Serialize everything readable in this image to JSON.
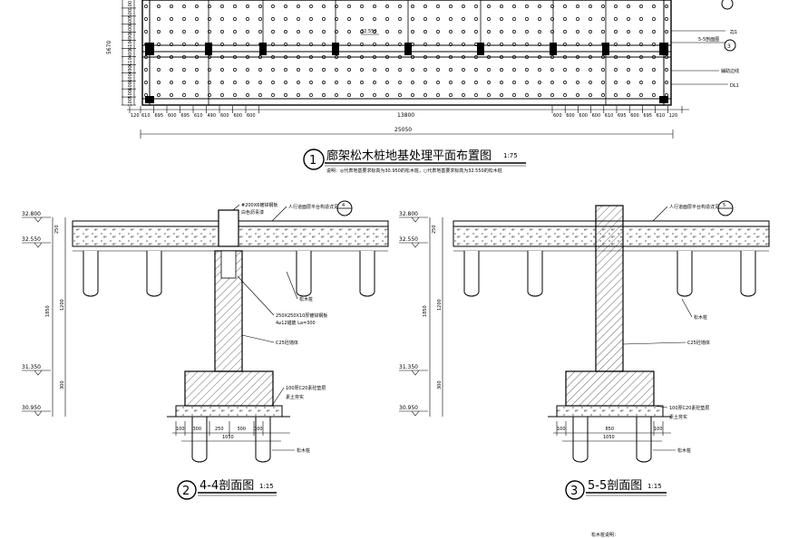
{
  "colors": {
    "line": "#000000",
    "background": "#ffffff"
  },
  "plan": {
    "title": "廊架松木桩地基处理平面布置图",
    "scale": "1:75",
    "number": "1",
    "note": "说明：◎代表地基要求标高为30.950的松木桩，○代表地基要求标高为32.550的松木桩",
    "elevation": "32.550",
    "left_total": "5670",
    "left_dims": [
      "100",
      "500",
      "600",
      "600",
      "490",
      "610",
      "400",
      "610",
      "490",
      "600",
      "600",
      "500",
      "100"
    ],
    "bottom_dims_left": [
      "120",
      "610",
      "695",
      "600",
      "695",
      "610",
      "490",
      "600",
      "600",
      "600"
    ],
    "bottom_mid": "13800",
    "bottom_dims_right": [
      "600",
      "600",
      "600",
      "600",
      "610",
      "695",
      "600",
      "695",
      "610",
      "120"
    ],
    "overall": "25050",
    "right_labels": [
      "ZJ1",
      "5-5剖面图",
      "辅助边线",
      "DL1"
    ],
    "callout": "3"
  },
  "section1": {
    "title": "4-4剖面图",
    "scale": "1:15",
    "number": "2",
    "elev_labels": [
      "32.800",
      "32.550",
      "31.350",
      "30.950"
    ],
    "dims_left": [
      "250",
      "1850",
      "1200",
      "300"
    ],
    "notes": [
      "#200X6镀锌钢板",
      "白色沥青漆",
      "人行道面层平台构造详见",
      "松木桩",
      "250X250X10厚镀锌钢板",
      "4⌀12锚筋 La=300",
      "C25砼墙体",
      "100厚C20素砼垫层",
      "素土夯实"
    ],
    "dims_bottom": [
      "100",
      "300",
      "250",
      "300",
      "100"
    ],
    "base_width": "1050",
    "pile_label": "松木桩",
    "callout": "4"
  },
  "section2": {
    "title": "5-5剖面图",
    "scale": "1:15",
    "number": "3",
    "elev_labels": [
      "32.800",
      "32.550",
      "31.350",
      "30.950"
    ],
    "dims_left": [
      "250",
      "1850",
      "1200",
      "300"
    ],
    "notes": [
      "人行道面层平台构造详见",
      "松木桩",
      "C25砼墙体",
      "100厚C20素砼垫层",
      "素土夯实"
    ],
    "dims_bottom": [
      "100",
      "850",
      "100"
    ],
    "base_width": "1050",
    "pile_label": "松木桩",
    "callout": "5"
  },
  "footer_note": "松木桩说明："
}
